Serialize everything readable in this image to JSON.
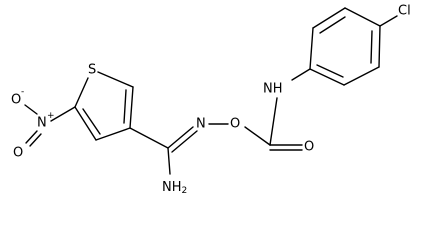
{
  "molecule": {
    "atoms": {
      "sulfur": "S",
      "nitro_nitrogen": "N",
      "nitro_plus": "+",
      "nitro_oxygen_charged": "O",
      "nitro_minus": "-",
      "nitro_oxygen_double": "O",
      "amidine_nitrogen": "N",
      "amine": "NH",
      "amine_subscript": "2",
      "ester_oxygen": "O",
      "carbonyl_oxygen": "O",
      "carbamate_nh": "NH",
      "chlorine": "Cl"
    }
  }
}
